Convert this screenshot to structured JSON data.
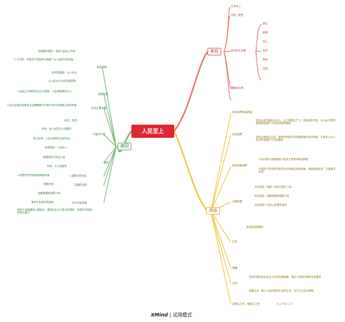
{
  "root": "人民至上",
  "branches": {
    "biaoxian": {
      "label": "表现",
      "items": [
        "生命至上",
        "扶贫、脱贫",
        "办好民生实事",
        "编制民法典",
        "..."
      ],
      "sub": [
        "就业",
        "教育",
        "收入",
        "医疗",
        "养老",
        "住房",
        "..."
      ]
    },
    "yuanyin": {
      "label": "原因",
      "items": [
        "西强基本原则：坚持人民民主专政",
        "三个代表：中国共产党始终代表最广大人民群众的利益",
        "科学发展观：以人为本",
        "以人民为中心的发展思想",
        "人民民主专政的社会主义国家，人民是国家的主人",
        "人民日益增长的美好生活需要和不平衡不充分的发展之间的矛盾",
        "地位、性质",
        "宗旨：全心全意为人民服务",
        "奋斗目标：人民对美好生活的向往",
        "执政理念：人民至上",
        "我国的权力来自人民",
        "宗旨：为人民服务",
        "人民是历史的创造者和推动者",
        "唯物史观",
        "国家尊重和保障人权",
        "有利于实现共同富裕",
        "有利于全面建成小康社会，建成社会主义现代化国家，实现中华民族的伟大复兴"
      ],
      "mid": [
        "程序原理",
        "国家性质",
        "社会主要矛盾",
        "中国共产党",
        "政府",
        "人民群众的地位",
        "发展的目的",
        "时代共富发展"
      ]
    },
    "cuoshi": {
      "label": "措施",
      "items": [
        "坚持和贯彻高质量",
        "坚持以经济建设为中心，大力发展生产力，坚持改革开放，为人民共享发展发展成果打下坚实的物质基础",
        "坚持公有制为主体，多种所有制共同发展的基本经济制度，从根本上为人民共享发展打下坚实基础",
        "人民代表大会制度是人民民主的根本政治制度",
        "中国共产党领导的多党合作和政治协商制度，既能反映民意，又能集中民智",
        "完法规定：国家一切权力属于人民",
        "完法规定：国家尊重和保障人权",
        "完法规定广泛的公民基本权利",
        "坚持新发展理念",
        "坚持中国特色社会主义文化发展道路，满足人民群众精神文化需求",
        "准备生态、融入人民的美好生活的文化，共产主义远大理想",
        "九上 P12—13"
      ],
      "mid": [
        "经济保障",
        "政治制度保障",
        "法律保障",
        "生态",
        "健康",
        "文化",
        "滋养生之所，融民生之恐"
      ]
    }
  },
  "footer": {
    "brand": "XMind",
    "text": "| 试用模式"
  }
}
